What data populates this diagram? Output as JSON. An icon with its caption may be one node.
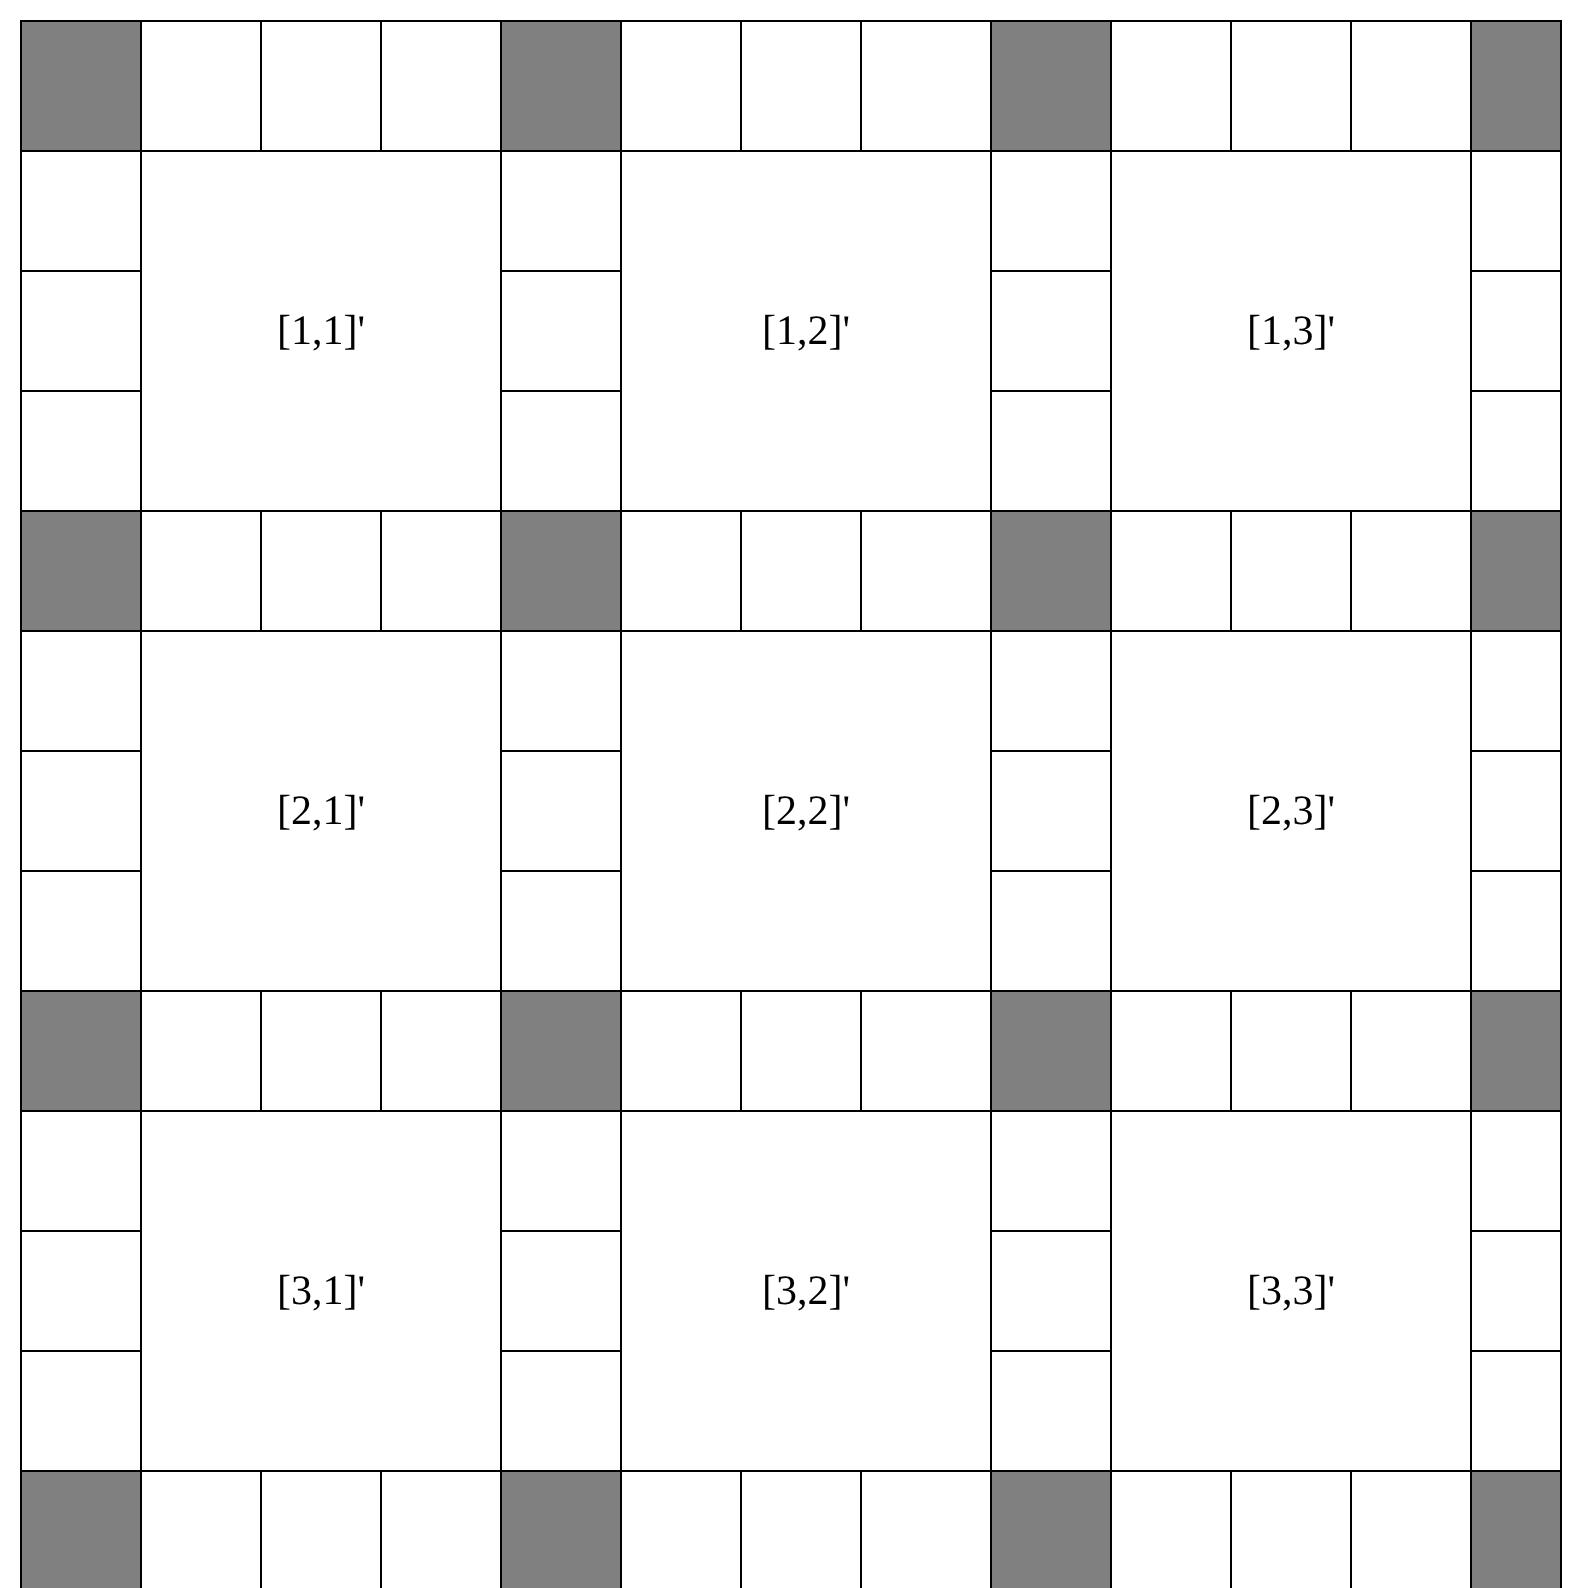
{
  "diagram": {
    "nodes": [
      {
        "text": [
          "[1,1]'"
        ]
      },
      {
        "text": [
          "[1,2]'"
        ]
      },
      {
        "text": [
          "[1,3]'"
        ]
      },
      {
        "text": [
          "[2,1]'"
        ]
      },
      {
        "text": [
          "[2,2]'"
        ]
      },
      {
        "text": [
          "[2,3]'"
        ]
      },
      {
        "text": [
          "[3,1]'"
        ]
      },
      {
        "text": [
          "[3,2]'"
        ]
      },
      {
        "text": [
          "[3,3]'"
        ]
      }
    ]
  }
}
